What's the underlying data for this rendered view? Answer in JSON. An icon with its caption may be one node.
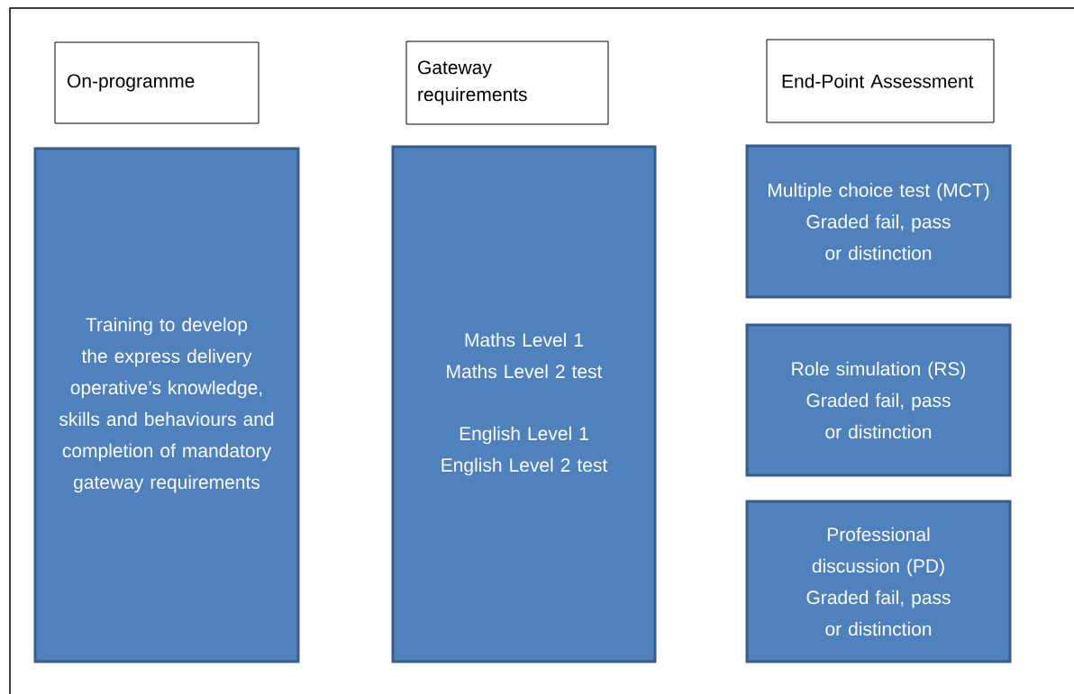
{
  "diagram": {
    "nodes": [
      {
        "text": [
          "On-programme"
        ]
      },
      {
        "text": [
          "Gateway requirements"
        ]
      },
      {
        "text": [
          "End-Point Assessment"
        ]
      },
      {
        "text": [
          "Training to develop the express delivery operative’s knowledge, skills and behaviours and completion of mandatory gateway requirements"
        ]
      },
      {
        "text": [
          "Maths Level 1 Maths Level 2 test",
          "English Level 1 English Level 2 test"
        ]
      },
      {
        "text": [
          "Multiple choice test (MCT)",
          "Graded fail, pass or distinction"
        ]
      },
      {
        "text": [
          "Role simulation (RS)",
          "Graded fail, pass or distinction"
        ]
      },
      {
        "text": [
          "Professional discussion (PD)",
          "Graded fail, pass or distinction"
        ]
      }
    ]
  }
}
